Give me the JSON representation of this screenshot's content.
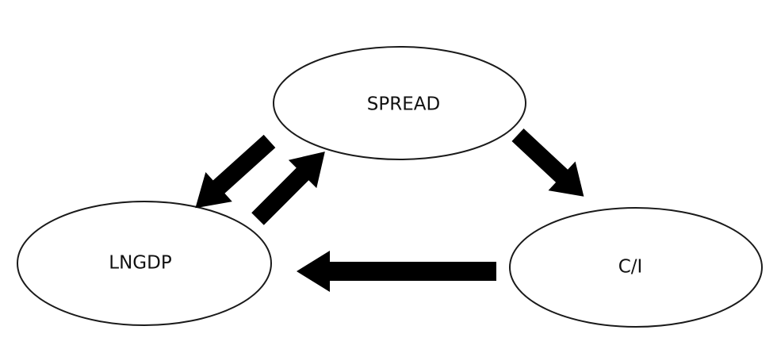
{
  "nodes": {
    "spread": {
      "label": "SPREAD"
    },
    "lngdp": {
      "label": "LNGDP"
    },
    "ci": {
      "label": "C/I"
    }
  },
  "edges": [
    {
      "from": "SPREAD",
      "to": "LNGDP"
    },
    {
      "from": "LNGDP",
      "to": "SPREAD"
    },
    {
      "from": "SPREAD",
      "to": "C/I"
    },
    {
      "from": "C/I",
      "to": "LNGDP"
    }
  ],
  "colors": {
    "arrow": "#000000",
    "node_stroke": "#1a1a1a",
    "background": "#ffffff"
  }
}
